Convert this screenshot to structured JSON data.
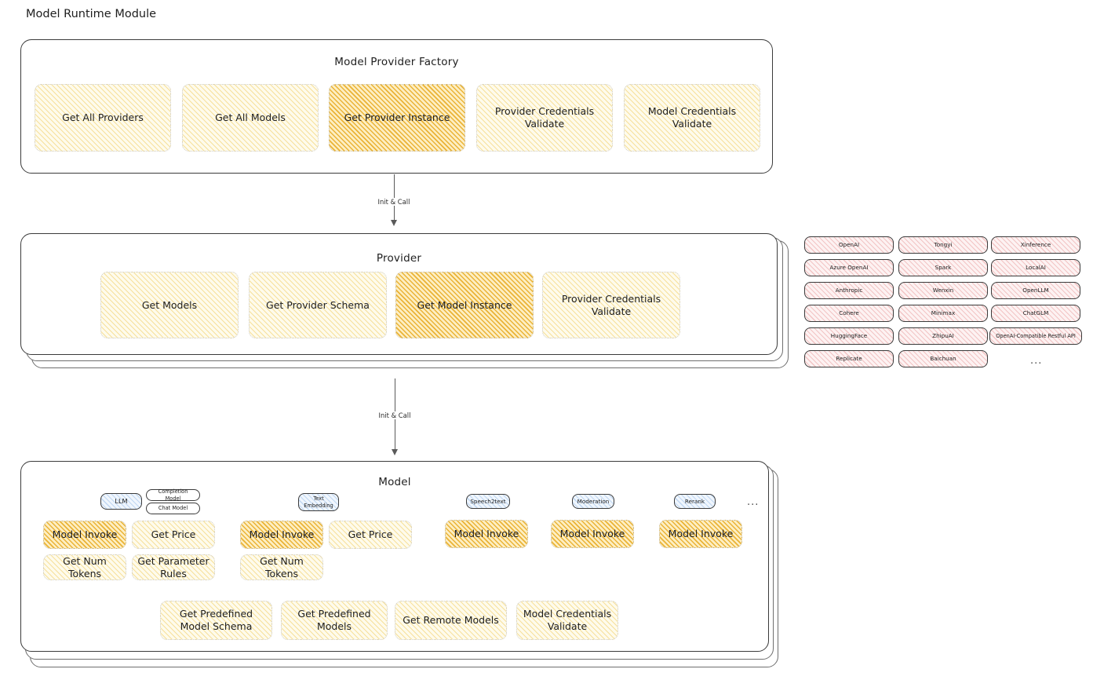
{
  "page": {
    "title": "Model Runtime Module"
  },
  "arrows": [
    {
      "label": "Init & Call"
    },
    {
      "label": "Init & Call"
    }
  ],
  "factory": {
    "title": "Model Provider Factory",
    "nodes": [
      {
        "label": "Get All Providers",
        "highlight": false
      },
      {
        "label": "Get All Models",
        "highlight": false
      },
      {
        "label": "Get Provider Instance",
        "highlight": true
      },
      {
        "label": "Provider Credentials Validate",
        "highlight": false
      },
      {
        "label": "Model Credentials Validate",
        "highlight": false
      }
    ]
  },
  "provider": {
    "title": "Provider",
    "nodes": [
      {
        "label": "Get Models",
        "highlight": false
      },
      {
        "label": "Get Provider Schema",
        "highlight": false
      },
      {
        "label": "Get Model Instance",
        "highlight": true
      },
      {
        "label": "Provider Credentials Validate",
        "highlight": false
      }
    ]
  },
  "provider_list": {
    "columns": [
      [
        "OpenAI",
        "Azure OpenAI",
        "Anthropic",
        "Cohere",
        "HuggingFace",
        "Replicate"
      ],
      [
        "Tongyi",
        "Spark",
        "Wenxin",
        "Minimax",
        "ZhipuAI",
        "Baichuan"
      ],
      [
        "Xinference",
        "LocalAI",
        "OpenLLM",
        "ChatGLM",
        "OpenAI-Compatible Restful API"
      ]
    ],
    "more": "..."
  },
  "model": {
    "title": "Model",
    "more": "...",
    "types": [
      {
        "name": "LLM",
        "subtypes": [
          "Completion Model",
          "Chat Model"
        ],
        "methods_row1": [
          {
            "label": "Model Invoke",
            "highlight": true
          },
          {
            "label": "Get Price",
            "highlight": false
          }
        ],
        "methods_row2": [
          {
            "label": "Get Num Tokens",
            "highlight": false
          },
          {
            "label": "Get Parameter Rules",
            "highlight": false
          }
        ]
      },
      {
        "name": "Text Embedding",
        "subtypes": [],
        "methods_row1": [
          {
            "label": "Model Invoke",
            "highlight": true
          },
          {
            "label": "Get Price",
            "highlight": false
          }
        ],
        "methods_row2": [
          {
            "label": "Get Num Tokens",
            "highlight": false
          }
        ]
      },
      {
        "name": "Speech2text",
        "subtypes": [],
        "methods_row1": [
          {
            "label": "Model Invoke",
            "highlight": true
          }
        ],
        "methods_row2": []
      },
      {
        "name": "Moderation",
        "subtypes": [],
        "methods_row1": [
          {
            "label": "Model Invoke",
            "highlight": true
          }
        ],
        "methods_row2": []
      },
      {
        "name": "Rerank",
        "subtypes": [],
        "methods_row1": [
          {
            "label": "Model Invoke",
            "highlight": true
          }
        ],
        "methods_row2": []
      }
    ],
    "common_methods": [
      {
        "label": "Get Predefined Model Schema"
      },
      {
        "label": "Get Predefined Models"
      },
      {
        "label": "Get Remote Models"
      },
      {
        "label": "Model Credentials Validate"
      }
    ]
  },
  "colors": {
    "highlight_fill": "#f0cb5c",
    "light_fill": "#fefbec",
    "provider_chip": "#fdf2f2",
    "model_type_chip": "#f0f6fd",
    "stroke": "#3b3b3b"
  }
}
